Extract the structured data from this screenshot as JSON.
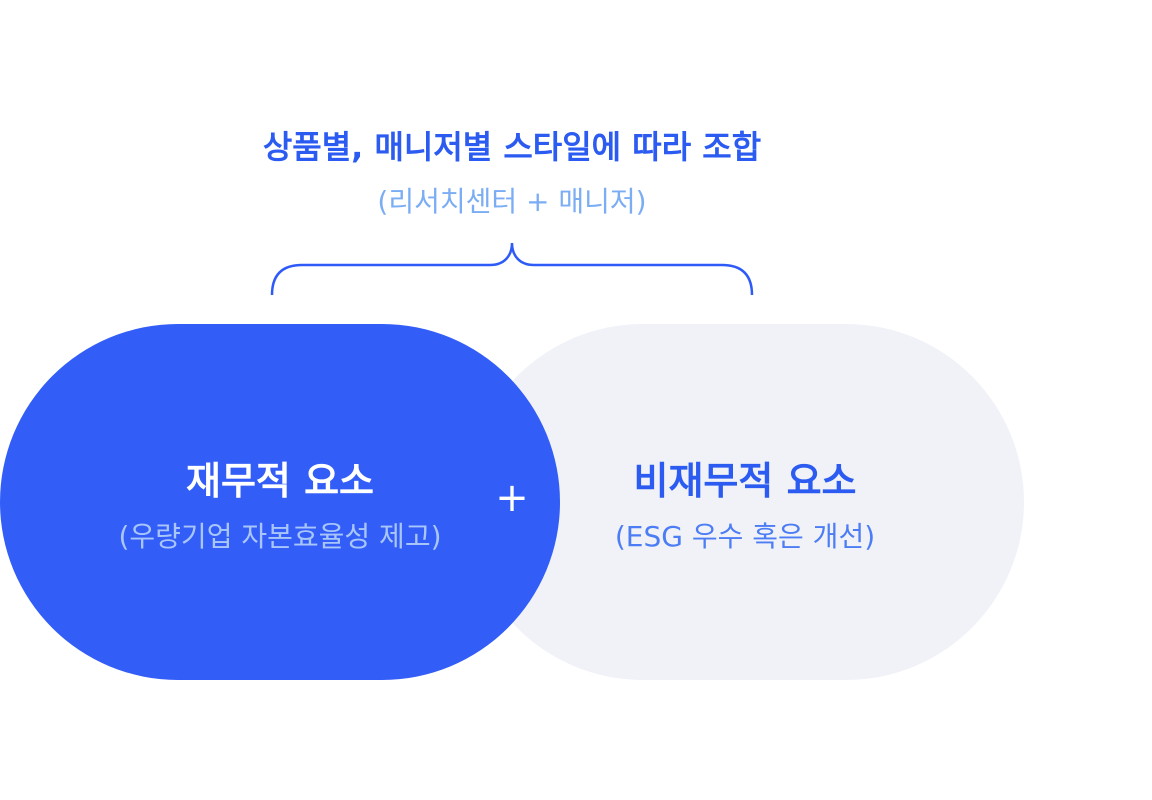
{
  "header": {
    "title": "상품별, 매니저별 스타일에 따라 조합",
    "subtitle": "(리서치센터 + 매니저)"
  },
  "left": {
    "title": "재무적 요소",
    "subtitle": "(우량기업 자본효율성 제고)"
  },
  "right": {
    "title": "비재무적 요소",
    "subtitle": "(ESG 우수 혹은 개선)"
  },
  "operator": "+",
  "colors": {
    "primary": "#2E5BF7",
    "secondary_bg": "#F1F2F7",
    "accent_text": "#2B5BF0",
    "light_text": "#7BADF5"
  }
}
